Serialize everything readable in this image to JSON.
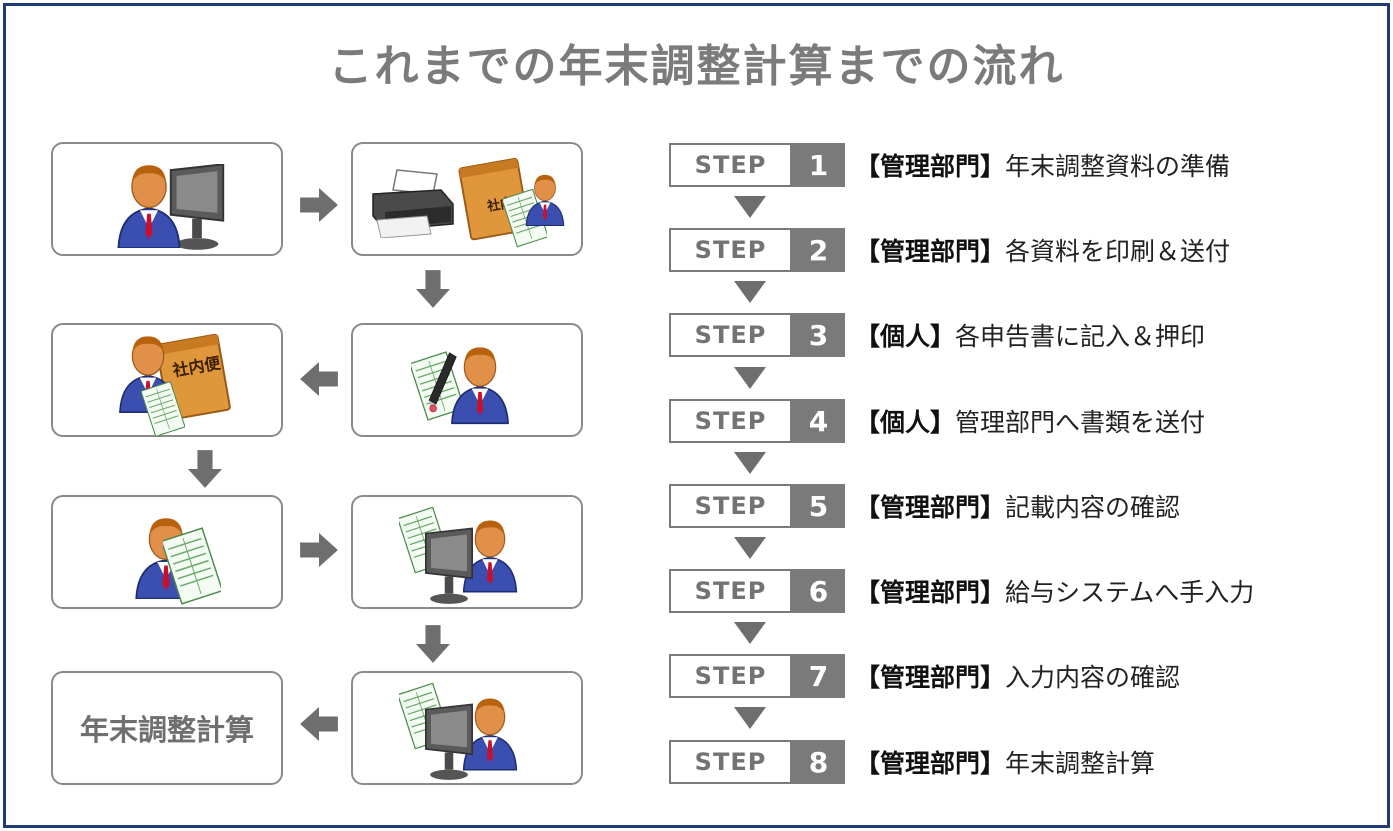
{
  "title": "これまでの年末調整計算までの流れ",
  "final_box_label": "年末調整計算",
  "icons": {
    "person": "businessman-icon",
    "computer": "computer-monitor-icon",
    "printer": "printer-icon",
    "envelope": "internal-mail-envelope-icon",
    "document": "document-form-icon",
    "pen": "pen-icon"
  },
  "envelope_label": "社内便",
  "colors": {
    "frame": "#213a78",
    "step_gray": "#7a7a7a",
    "arrow": "#6e6e6e",
    "envelope": "#e0963a"
  },
  "steps": [
    {
      "label": "STEP",
      "num": "1",
      "who": "【管理部門】",
      "desc": "年末調整資料の準備"
    },
    {
      "label": "STEP",
      "num": "2",
      "who": "【管理部門】",
      "desc": "各資料を印刷＆送付"
    },
    {
      "label": "STEP",
      "num": "3",
      "who": "【個人】",
      "desc": "各申告書に記入＆押印"
    },
    {
      "label": "STEP",
      "num": "4",
      "who": "【個人】",
      "desc": "管理部門へ書類を送付"
    },
    {
      "label": "STEP",
      "num": "5",
      "who": "【管理部門】",
      "desc": "記載内容の確認"
    },
    {
      "label": "STEP",
      "num": "6",
      "who": "【管理部門】",
      "desc": "給与システムへ手入力"
    },
    {
      "label": "STEP",
      "num": "7",
      "who": "【管理部門】",
      "desc": "入力内容の確認"
    },
    {
      "label": "STEP",
      "num": "8",
      "who": "【管理部門】",
      "desc": "年末調整計算"
    }
  ]
}
